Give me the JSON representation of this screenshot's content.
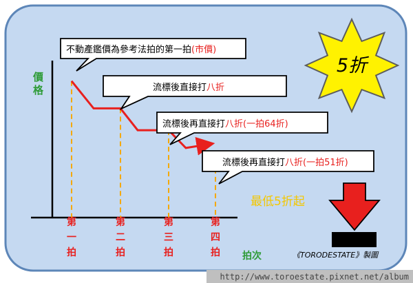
{
  "colors": {
    "panel_fill": "#c5d9f1",
    "panel_stroke": "#5d86b8",
    "price_line": "#e8201e",
    "dashed_guides": "#f5a800",
    "axis_label": "#2e9b37",
    "burst_fill": "#fff200",
    "burst_stroke": "#5c5c5c",
    "footer_strip": "#bfbfbf"
  },
  "axes": {
    "y_label": "價格",
    "x_label": "拍次"
  },
  "rounds": [
    "第一拍",
    "第二拍",
    "第三拍",
    "第四拍"
  ],
  "callouts": [
    {
      "prefix": "不動產鑑價為參考法拍的第一拍",
      "red": "(市價)",
      "suffix": ""
    },
    {
      "prefix": "流標後直接打",
      "red": "八折",
      "suffix": ""
    },
    {
      "prefix": "流標後再直接打",
      "red": "八折(一拍64折)",
      "suffix": ""
    },
    {
      "prefix": "流標後再直接打",
      "red": "八折(一拍51折)",
      "suffix": ""
    }
  ],
  "burst_label": "5折",
  "minimum_note": "最低5折起",
  "credit": "《TORODESTATE》製圖",
  "footer_url": "http://www.toroestate.pixnet.net/album",
  "chart_data": {
    "type": "line",
    "categories": [
      "第一拍",
      "第二拍",
      "第三拍",
      "第四拍"
    ],
    "values": [
      100,
      80,
      64,
      51
    ],
    "xlabel": "拍次",
    "ylabel": "價格",
    "ylim": [
      0,
      115
    ],
    "grid": false
  }
}
